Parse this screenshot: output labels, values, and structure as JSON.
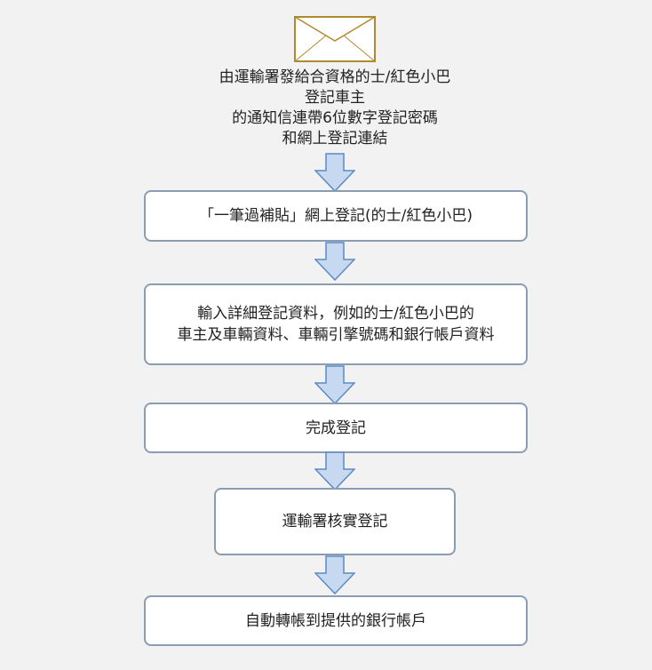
{
  "colors": {
    "background": "#f2f2f2",
    "box_fill": "#ffffff",
    "box_border": "#8a9db3",
    "arrow_fill": "#c6d9f0",
    "arrow_stroke": "#5b8ac4",
    "envelope_stroke": "#b08a2e"
  },
  "header_icon": "envelope-icon",
  "intro": {
    "lines": [
      "由運輸署發給合資格的士/紅色小巴",
      "登記車主",
      "的通知信連帶6位數字登記密碼",
      "和網上登記連結"
    ]
  },
  "steps": [
    {
      "lines": [
        "「一筆過補貼」網上登記(的士/紅色小巴)"
      ]
    },
    {
      "lines": [
        "輸入詳細登記資料，例如的士/紅色小巴的",
        "車主及車輛資料、車輛引擎號碼和銀行帳戶資料"
      ]
    },
    {
      "lines": [
        "完成登記"
      ]
    },
    {
      "lines": [
        "運輸署核實登記"
      ]
    },
    {
      "lines": [
        "自動轉帳到提供的銀行帳戶"
      ]
    }
  ]
}
